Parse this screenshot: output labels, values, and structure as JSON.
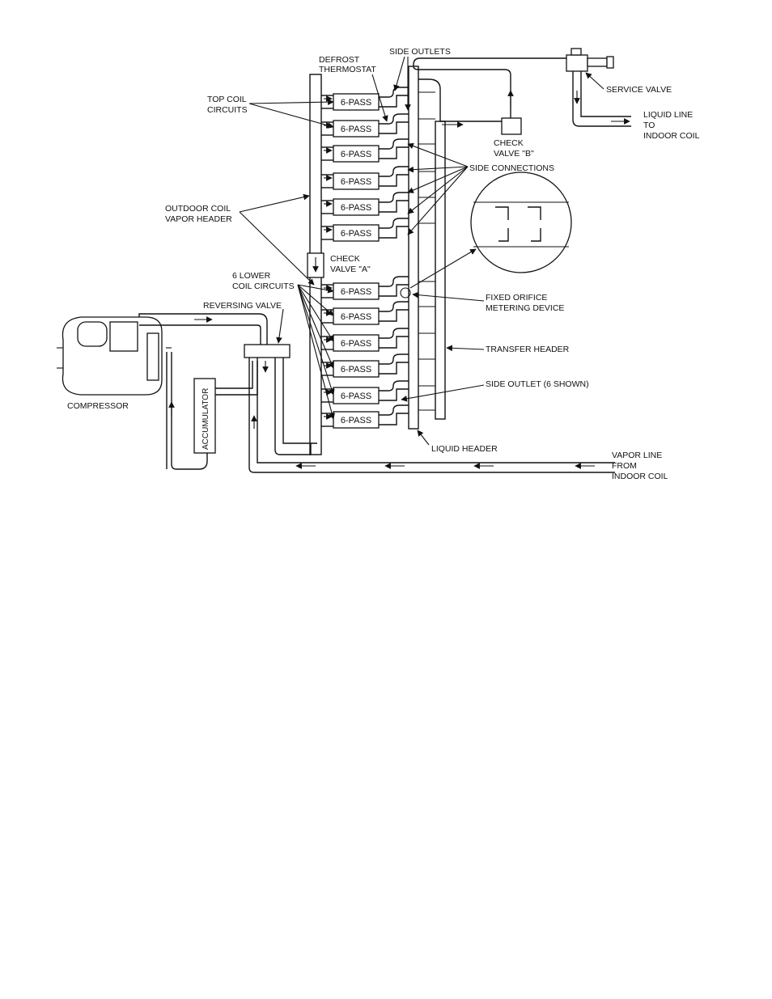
{
  "labels": {
    "side_outlets": "SIDE OUTLETS",
    "defrost_l1": "DEFROST",
    "defrost_l2": "THERMOSTAT",
    "top_coil_l1": "TOP COIL",
    "top_coil_l2": "CIRCUITS",
    "service_valve": "SERVICE VALVE",
    "liquid_line_l1": "LIQUID LINE",
    "liquid_line_l2": "TO",
    "liquid_line_l3": "INDOOR COIL",
    "check_b_l1": "CHECK",
    "check_b_l2": "VALVE \"B\"",
    "side_connections": "SIDE CONNECTIONS",
    "outdoor_l1": "OUTDOOR COIL",
    "outdoor_l2": "VAPOR HEADER",
    "check_a_l1": "CHECK",
    "check_a_l2": "VALVE \"A\"",
    "lower_l1": "6 LOWER",
    "lower_l2": "COIL CIRCUITS",
    "reversing_valve": "REVERSING VALVE",
    "orifice_l1": "FIXED ORIFICE",
    "orifice_l2": "METERING DEVICE",
    "transfer_header": "TRANSFER HEADER",
    "compressor": "COMPRESSOR",
    "side_outlet_six": "SIDE OUTLET (6 SHOWN)",
    "accumulator": "ACCUMULATOR",
    "liquid_header": "LIQUID HEADER",
    "vapor_l1": "VAPOR LINE",
    "vapor_l2": "FROM",
    "vapor_l3": "INDOOR COIL"
  },
  "coil_circuits": [
    {
      "label": "6-PASS"
    },
    {
      "label": "6-PASS"
    },
    {
      "label": "6-PASS"
    },
    {
      "label": "6-PASS"
    },
    {
      "label": "6-PASS"
    },
    {
      "label": "6-PASS"
    },
    {
      "label": "6-PASS"
    },
    {
      "label": "6-PASS"
    },
    {
      "label": "6-PASS"
    },
    {
      "label": "6-PASS"
    },
    {
      "label": "6-PASS"
    },
    {
      "label": "6-PASS"
    }
  ],
  "colors": {
    "ink": "#111111",
    "paper": "#ffffff"
  }
}
